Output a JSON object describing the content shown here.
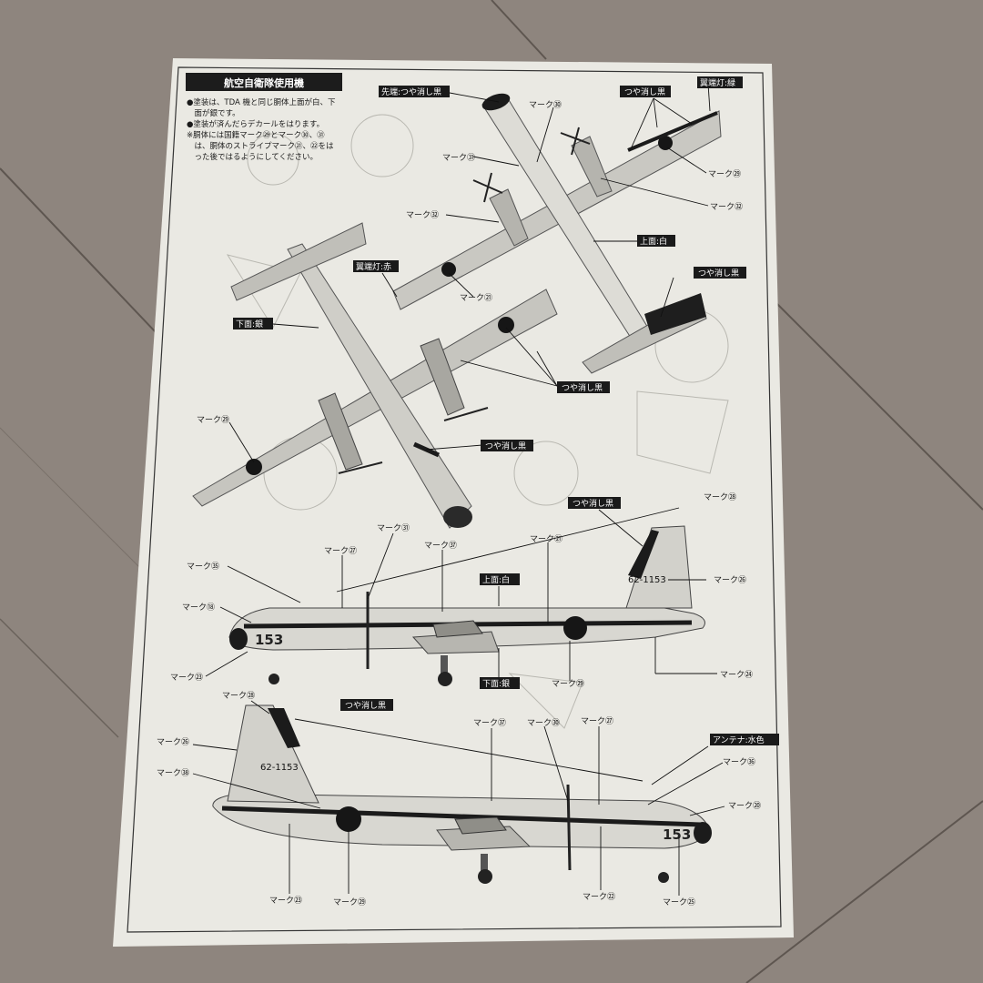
{
  "header": {
    "title": "航空自衛隊使用機",
    "notes": [
      "●塗装は、TDA 機と同じ胴体上面が白、下",
      "　面が銀です。",
      "●塗装が済んだらデカールをはります。",
      "※胴体には国籍マーク㉙とマーク㉚、㉛",
      "　は、胴体のストライプマーク㉑、㉒をは",
      "　った後ではるようにしてください。"
    ]
  },
  "top_view": {
    "nose_label": "先端:つや消し黒",
    "mark30": "マーク㉚",
    "mark31": "マーク㉛",
    "matte_black_top": "つや消し黒",
    "wingtip_green": "翼端灯:緑",
    "mark29": "マーク㉙",
    "mark32_right": "マーク㉜",
    "mark32_left": "マーク㉜",
    "upper_white": "上面:白",
    "wingtip_red": "翼端灯:赤",
    "matte_black_tail": "つや消し黒",
    "mark21": "マーク㉑"
  },
  "bottom_view": {
    "lower_silver": "下面:銀",
    "matte_black": "つや消し黒",
    "mark29": "マーク㉙",
    "matte_black_belly": "つや消し黒"
  },
  "side_view_right": {
    "matte_black": "つや消し黒",
    "mark28": "マーク㉘",
    "mark31": "マーク㉛",
    "mark27": "マーク㉗",
    "mark37": "マーク㊲",
    "mark21": "マーク㉑",
    "mark35": "マーク㉟",
    "upper_white": "上面:白",
    "registration": "62-1153",
    "mark26": "マーク㉖",
    "mark18": "マーク⑱",
    "nose_number": "153",
    "mark23": "マーク㉓",
    "lower_silver": "下面:銀",
    "mark29": "マーク㉙",
    "mark24": "マーク㉔"
  },
  "side_view_left": {
    "mark28": "マーク㉘",
    "matte_black": "つや消し黒",
    "mark37": "マーク㊲",
    "mark30": "マーク㉚",
    "mark27": "マーク㉗",
    "mark26": "マーク㉖",
    "antenna": "アンテナ:水色",
    "registration": "62-1153",
    "mark36": "マーク㊱",
    "mark38": "マーク㊳",
    "mark20": "マーク⑳",
    "nose_number": "153",
    "mark23": "マーク㉓",
    "mark29": "マーク㉙",
    "mark22": "マーク㉒",
    "mark25": "マーク㉕"
  }
}
